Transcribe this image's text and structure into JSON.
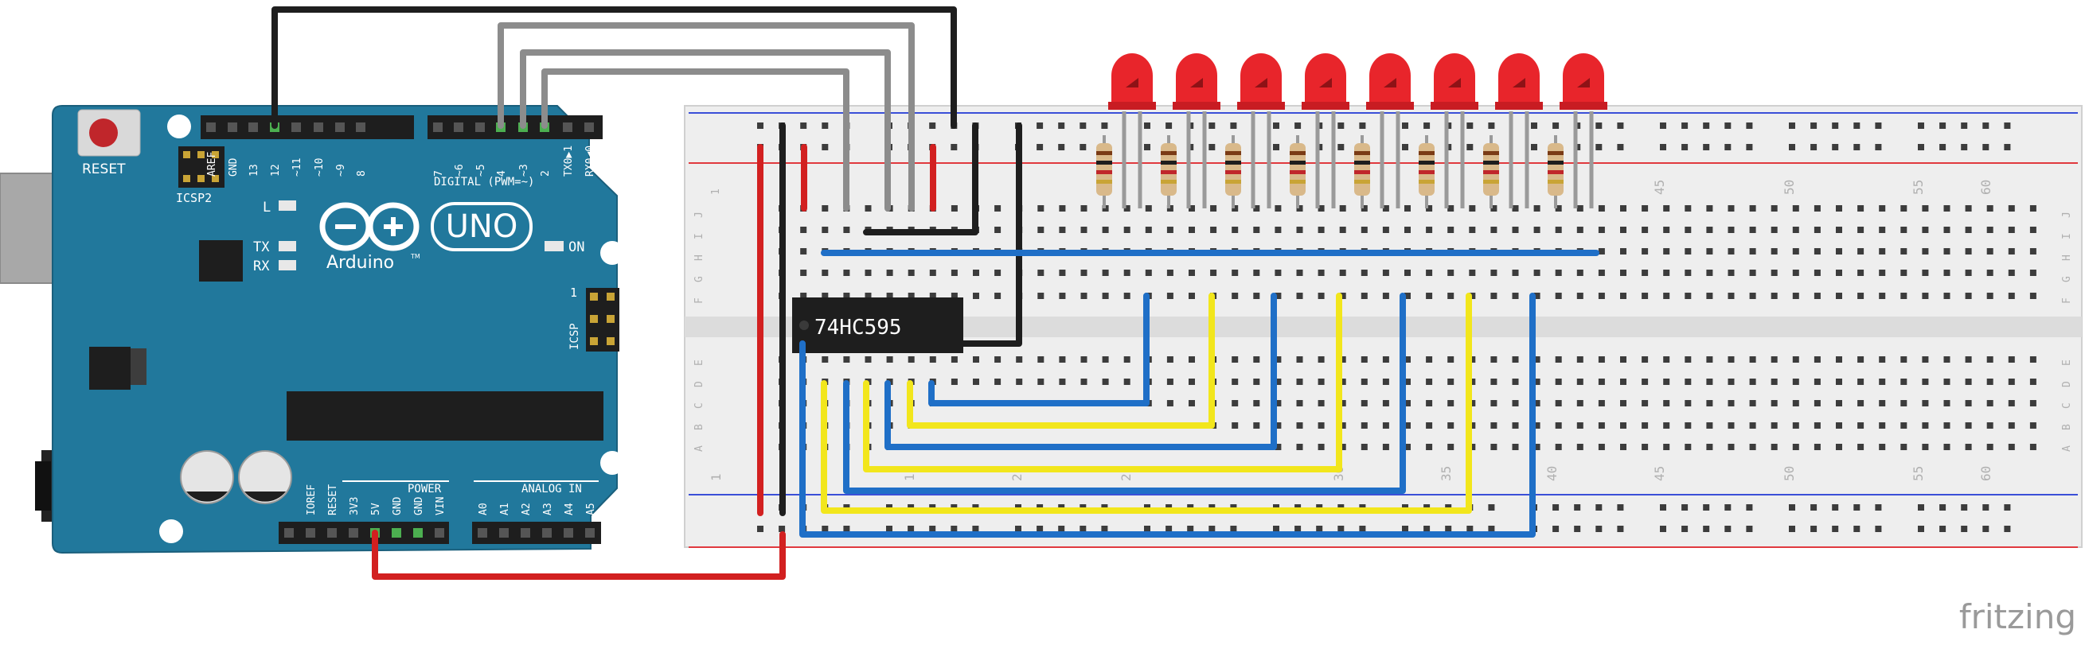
{
  "arduino": {
    "reset_label": "RESET",
    "icsp2_label": "ICSP2",
    "icsp_label": "ICSP",
    "icsp_pin_one": "1",
    "led_l": "L",
    "led_tx": "TX",
    "led_rx": "RX",
    "led_on": "ON",
    "logo_uno": "UNO",
    "logo_arduino": "Arduino",
    "logo_tm": "TM",
    "digital_label": "DIGITAL (PWM=~)",
    "power_label": "POWER",
    "analog_label": "ANALOG IN",
    "digital_pins": [
      "AREF",
      "GND",
      "13",
      "12",
      "~11",
      "~10",
      "~9",
      "8",
      "7",
      "~6",
      "~5",
      "4",
      "~3",
      "2",
      "TX0▶1",
      "RX0◀0"
    ],
    "power_pins": [
      "IOREF",
      "RESET",
      "3V3",
      "5V",
      "GND",
      "GND",
      "VIN"
    ],
    "analog_pins": [
      "A0",
      "A1",
      "A2",
      "A3",
      "A4",
      "A5"
    ]
  },
  "breadboard": {
    "col_numbers_top": [
      "1",
      "45",
      "50",
      "55",
      "60"
    ],
    "col_numbers_bottom": [
      "1",
      "1",
      "2",
      "2",
      "30",
      "35",
      "40",
      "45",
      "50",
      "55",
      "60"
    ],
    "row_letters_top": [
      "J",
      "I",
      "H",
      "G",
      "F"
    ],
    "row_letters_bottom": [
      "E",
      "D",
      "C",
      "B",
      "A"
    ]
  },
  "chip": {
    "label": "74HC595"
  },
  "led_count": 8,
  "watermark": "fritzing",
  "colors": {
    "board": "#21789c",
    "board_dark": "#1a5f7c",
    "breadboard": "#ededed",
    "hole": "#3c3c3c",
    "hole_active": "#4caf50",
    "wire_red": "#d22020",
    "wire_black": "#1e1e1e",
    "wire_gray": "#8c8c8c",
    "wire_blue": "#1f6fc7",
    "wire_yellow": "#f2e61c",
    "led": "#e8252b",
    "rail_red": "#e0393e",
    "rail_blue": "#3a4fd8"
  }
}
